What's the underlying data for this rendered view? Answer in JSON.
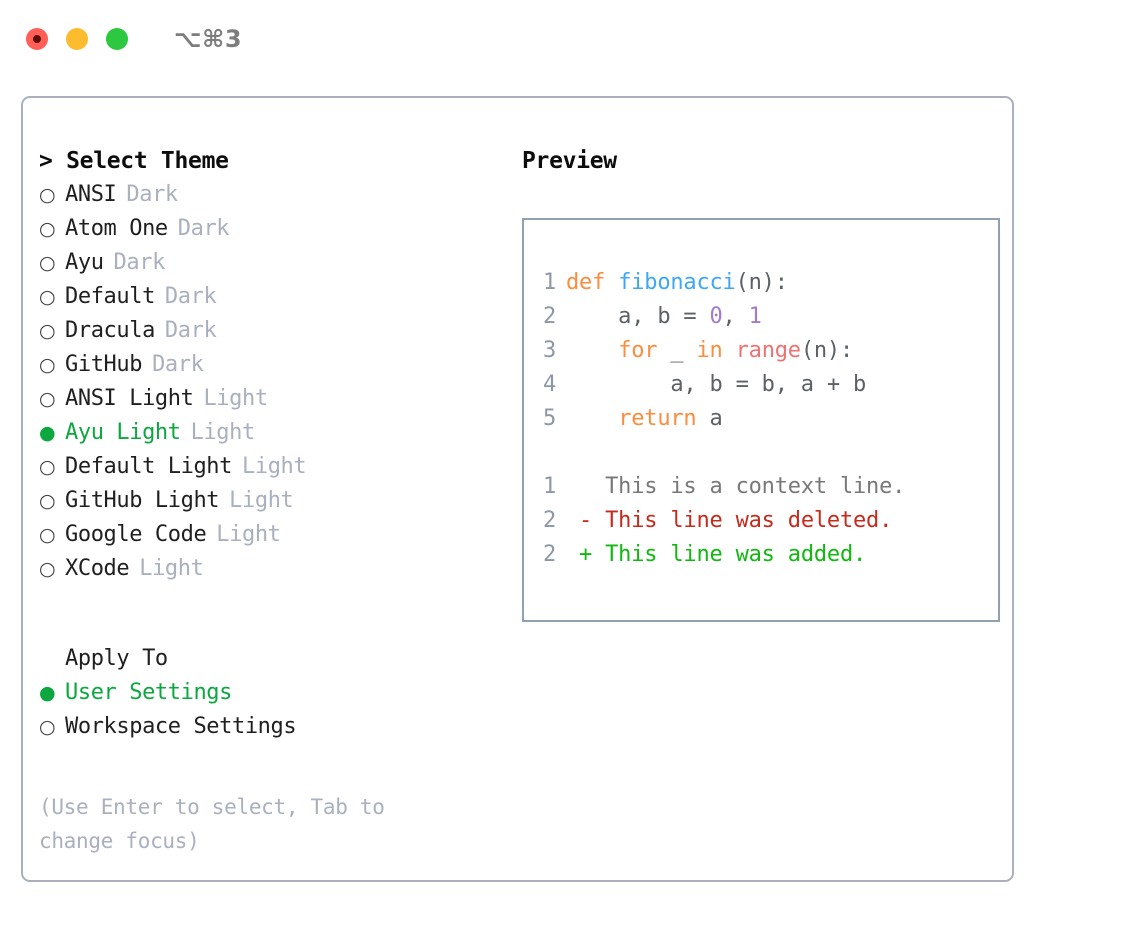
{
  "window": {
    "title": "⌥⌘3",
    "traffic_lights": [
      {
        "name": "close",
        "color": "#FF5F57"
      },
      {
        "name": "minimize",
        "color": "#FDBC2E"
      },
      {
        "name": "maximize",
        "color": "#2BC840"
      }
    ]
  },
  "colors": {
    "accent_green": "#0CA83F",
    "muted": "#aab0bf",
    "border": "#aab0bf",
    "preview_border": "#92a0b3",
    "keyword": "#FA8D3E",
    "function": "#3FA7F5",
    "number": "#A37ACC",
    "call": "#F07171",
    "text": "#5c6166",
    "diff_context": "#787878",
    "diff_deleted": "#C42B1C",
    "diff_added": "#10B810"
  },
  "theme_picker": {
    "heading": "> Select Theme",
    "bullet_unselected": "○",
    "bullet_selected": "●",
    "options": [
      {
        "label": "ANSI",
        "tag": "Dark",
        "selected": false
      },
      {
        "label": "Atom One",
        "tag": "Dark",
        "selected": false
      },
      {
        "label": "Ayu",
        "tag": "Dark",
        "selected": false
      },
      {
        "label": "Default",
        "tag": "Dark",
        "selected": false
      },
      {
        "label": "Dracula",
        "tag": "Dark",
        "selected": false
      },
      {
        "label": "GitHub",
        "tag": "Dark",
        "selected": false
      },
      {
        "label": "ANSI Light",
        "tag": "Light",
        "selected": false
      },
      {
        "label": "Ayu Light",
        "tag": "Light",
        "selected": true
      },
      {
        "label": "Default Light",
        "tag": "Light",
        "selected": false
      },
      {
        "label": "GitHub Light",
        "tag": "Light",
        "selected": false
      },
      {
        "label": "Google Code",
        "tag": "Light",
        "selected": false
      },
      {
        "label": "XCode",
        "tag": "Light",
        "selected": false
      }
    ]
  },
  "apply_to": {
    "heading": "Apply To",
    "options": [
      {
        "label": "User Settings",
        "selected": true
      },
      {
        "label": "Workspace Settings",
        "selected": false
      }
    ]
  },
  "hint": "(Use Enter to select, Tab to change focus)",
  "preview": {
    "heading": "Preview",
    "code_lines": [
      {
        "num": "1",
        "tokens": [
          {
            "t": "def",
            "c": "kw"
          },
          {
            "t": " ",
            "c": "pl"
          },
          {
            "t": "fibonacci",
            "c": "fn"
          },
          {
            "t": "(n):",
            "c": "pl"
          }
        ]
      },
      {
        "num": "2",
        "tokens": [
          {
            "t": "    a, b = ",
            "c": "pl"
          },
          {
            "t": "0",
            "c": "num"
          },
          {
            "t": ", ",
            "c": "pl"
          },
          {
            "t": "1",
            "c": "num"
          }
        ]
      },
      {
        "num": "3",
        "tokens": [
          {
            "t": "    ",
            "c": "pl"
          },
          {
            "t": "for",
            "c": "kw"
          },
          {
            "t": " _ ",
            "c": "pl"
          },
          {
            "t": "in",
            "c": "kw"
          },
          {
            "t": " ",
            "c": "pl"
          },
          {
            "t": "range",
            "c": "call"
          },
          {
            "t": "(n):",
            "c": "pl"
          }
        ]
      },
      {
        "num": "4",
        "tokens": [
          {
            "t": "        a, b = b, a + b",
            "c": "pl"
          }
        ]
      },
      {
        "num": "5",
        "tokens": [
          {
            "t": "    ",
            "c": "pl"
          },
          {
            "t": "return",
            "c": "kw"
          },
          {
            "t": " a",
            "c": "pl"
          }
        ]
      }
    ],
    "diff_lines": [
      {
        "num": "1",
        "marker": " ",
        "text": "This is a context line.",
        "kind": "context"
      },
      {
        "num": "2",
        "marker": "-",
        "text": "This line was deleted.",
        "kind": "deleted"
      },
      {
        "num": "2",
        "marker": "+",
        "text": "This line was added.",
        "kind": "added"
      }
    ]
  }
}
